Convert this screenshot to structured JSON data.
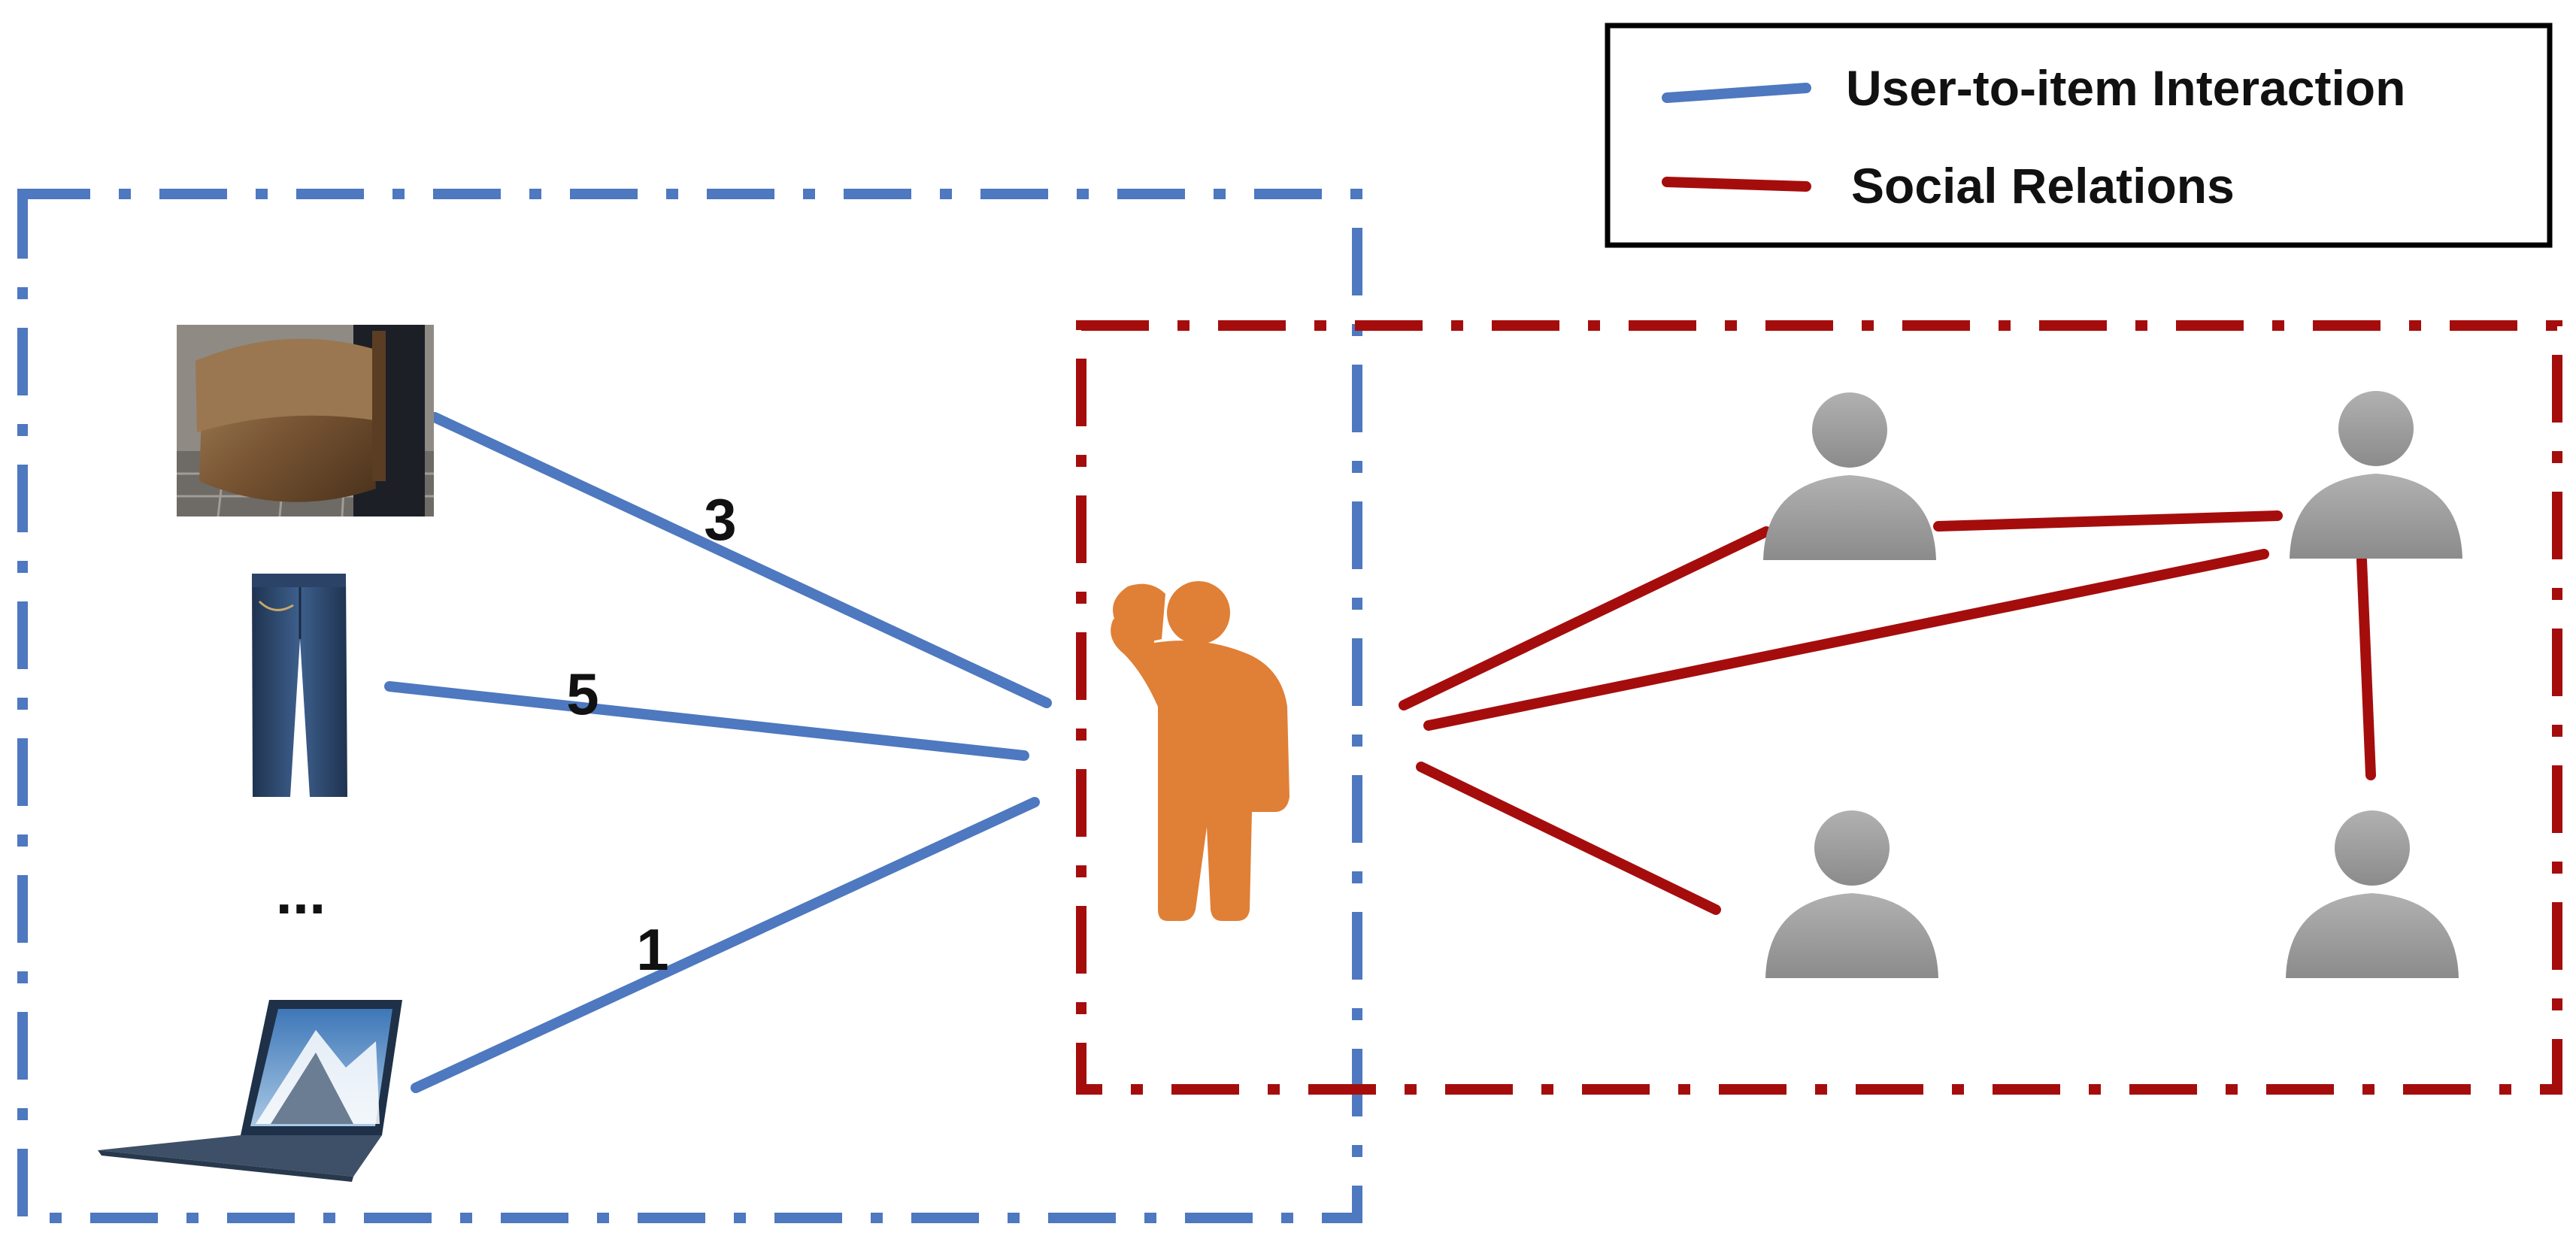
{
  "legend": {
    "items": [
      {
        "label": "User-to-item Interaction",
        "color": "#4e78bf"
      },
      {
        "label": "Social Relations",
        "color": "#a50d0d"
      }
    ]
  },
  "colors": {
    "interaction": "#4e78bf",
    "social": "#a50d0d",
    "target_user": "#e07f36",
    "other_user": "#9a9a9a"
  },
  "items": {
    "bag": {
      "icon": "messenger-bag-photo",
      "rating": "3"
    },
    "jeans": {
      "icon": "jeans-photo",
      "rating": "5"
    },
    "ellipsis": "...",
    "laptop": {
      "icon": "laptop-photo",
      "rating": "1"
    }
  },
  "users": {
    "target": {
      "icon": "thinking-person-icon"
    },
    "friends": [
      {
        "icon": "user-silhouette-icon"
      },
      {
        "icon": "user-silhouette-icon"
      },
      {
        "icon": "user-silhouette-icon"
      },
      {
        "icon": "user-silhouette-icon"
      }
    ]
  }
}
